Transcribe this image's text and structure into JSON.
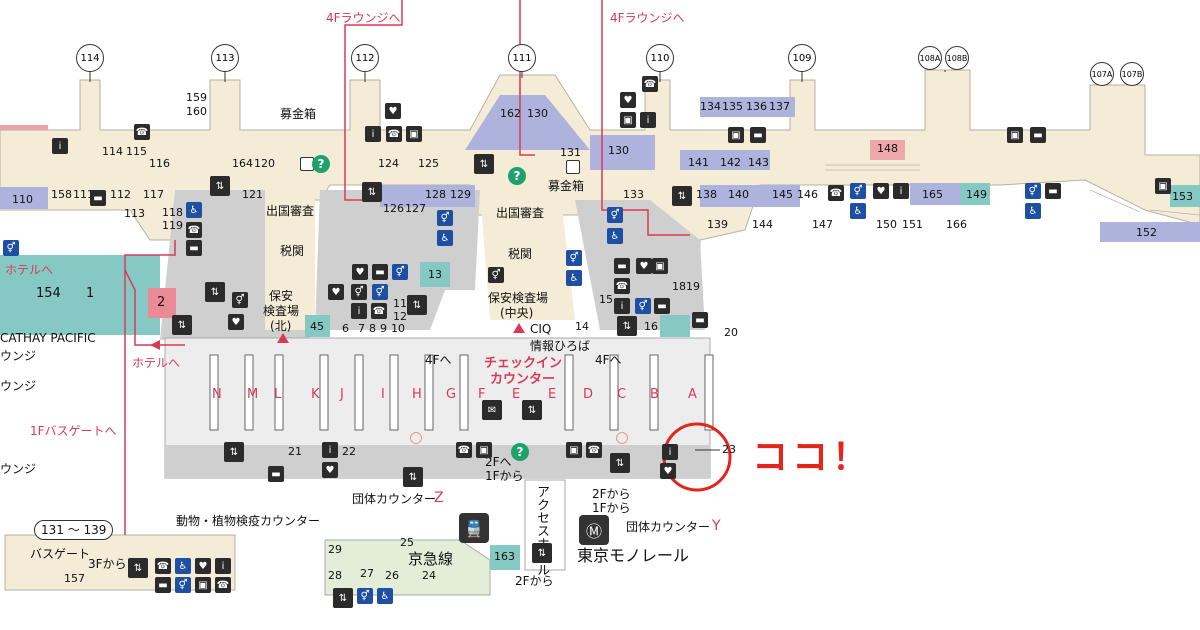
{
  "gates": {
    "g114": "114",
    "g113": "113",
    "g112": "112",
    "g111": "111",
    "g110": "110",
    "g109": "109",
    "g108a": "108A",
    "g108b": "108B",
    "g107a": "107A",
    "g107b": "107B",
    "g131_139": "131 ～ 139"
  },
  "labels": {
    "lounge4f_left": "4Fラウンジへ",
    "lounge4f_right": "4Fラウンジへ",
    "donation_left": "募金箱",
    "donation_right": "募金箱",
    "departure_left": "出国審査",
    "departure_right": "出国審査",
    "customs_left": "税関",
    "customs_right": "税関",
    "security_north_1": "保安",
    "security_north_2": "検査場",
    "security_north_3": "(北)",
    "security_center_1": "保安検査場",
    "security_center_2": "(中央)",
    "hotel_top": "ホテルへ",
    "hotel_bottom": "ホテルへ",
    "cathay": "CATHAY PACIFIC",
    "lounge_frag1": "ウンジ",
    "lounge_frag2": "ウンジ",
    "lounge_frag3": "ウンジ",
    "bus_gate_1f": "1Fバスゲートへ",
    "ciq": "CIQ",
    "info_plaza": "情報ひろば",
    "to4f_left": "4Fへ",
    "to4f_right": "4Fへ",
    "checkin_1": "チェックイン",
    "checkin_2": "カウンター",
    "to2f": "2Fへ",
    "from1f": "1Fから",
    "group_z_label": "団体カウンター",
    "group_z_letter": "Z",
    "group_y_label": "団体カウンター",
    "group_y_letter": "Y",
    "quarantine": "動物・植物検疫カウンター",
    "access_hall": "アクセスホール",
    "from2f_a": "2Fから",
    "from1f_b": "1Fから",
    "from2f_c": "2Fから",
    "monorail": "東京モノレール",
    "keikyu": "京急線",
    "bus_gate": "バスゲート",
    "from3f": "3Fから",
    "koko": "ココ！"
  },
  "counters": [
    "N",
    "M",
    "L",
    "K",
    "J",
    "I",
    "H",
    "G",
    "F",
    "E",
    "E",
    "D",
    "C",
    "B",
    "A"
  ],
  "numbers": {
    "n154": "154",
    "n1": "1",
    "n2": "2",
    "n110": "110",
    "n158": "158",
    "n111": "111",
    "n112": "112",
    "n113": "113",
    "n117": "117",
    "n118": "118",
    "n119": "119",
    "n114": "114",
    "n115": "115",
    "n116": "116",
    "n159": "159",
    "n160": "160",
    "n121": "121",
    "n164": "164",
    "n120": "120",
    "n124": "124",
    "n125": "125",
    "n126": "126",
    "n127": "127",
    "n128": "128",
    "n129": "129",
    "n162": "162",
    "n130": "130",
    "n131": "131",
    "n130b": "130",
    "n133": "133",
    "n134": "134",
    "n135": "135",
    "n136": "136",
    "n137": "137",
    "n141": "141",
    "n142": "142",
    "n143": "143",
    "n148": "148",
    "n138": "138",
    "n139": "139",
    "n140": "140",
    "n144": "144",
    "n145": "145",
    "n146": "146",
    "n147": "147",
    "n165": "165",
    "n149": "149",
    "n150": "150",
    "n151": "151",
    "n166": "166",
    "n153": "153",
    "n152": "152",
    "n13": "13",
    "n45": "45",
    "n6": "6",
    "n7": "7",
    "n8": "8",
    "n9": "9",
    "n10": "10",
    "n11": "11",
    "n12": "12",
    "n14": "14",
    "n15": "15",
    "n16": "16",
    "n18": "18",
    "n19": "19",
    "n20": "20",
    "n21": "21",
    "n22": "22",
    "n23": "23",
    "n25": "25",
    "n29": "29",
    "n28": "28",
    "n27": "27",
    "n26": "26",
    "n24": "24",
    "n163": "163",
    "n157": "157"
  },
  "colors": {
    "corridor": "#f4ecd7",
    "secure": "#cfcfcf",
    "lobby": "#ededed",
    "lavender": "#aeb3dd",
    "teal": "#86c9c4",
    "pink": "#eb8a97",
    "route": "#d83a55",
    "marker": "#e2261c"
  },
  "icons": [
    "elevator-icon",
    "escalator-icon",
    "restroom-icon",
    "accessible-restroom-icon",
    "aed-icon",
    "phone-icon",
    "information-icon",
    "smoking-icon",
    "atm-icon",
    "mail-icon",
    "train-icon",
    "monorail-icon"
  ]
}
